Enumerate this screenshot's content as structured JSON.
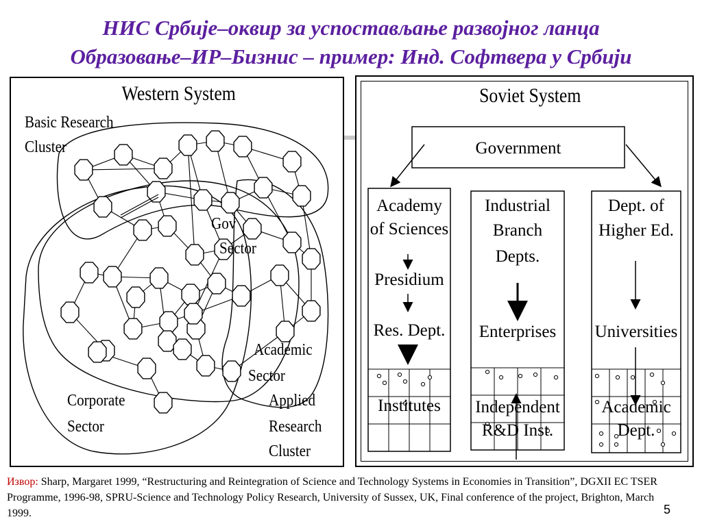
{
  "title": {
    "line1": "НИС Србије–оквир за успостављање развојног ланца",
    "line2": "Образовање–ИР–Бизнис – пример: Инд. Софтвера у Србији"
  },
  "western": {
    "title": "Western System",
    "labels": {
      "basic_line1": "Basic Research",
      "basic_line2": "Cluster",
      "gov_line1": "Gov",
      "gov_line2": "Sector",
      "academic_line1": "Academic",
      "academic_line2": "Sector",
      "corporate_line1": "Corporate",
      "corporate_line2": "Sector",
      "applied_line1": "Applied",
      "applied_line2": "Research",
      "applied_line3": "Cluster"
    }
  },
  "soviet": {
    "title": "Soviet System",
    "government": "Government",
    "academy_line1": "Academy",
    "academy_line2": "of Sciences",
    "presidium": "Presidium",
    "res_dept": "Res. Dept.",
    "institutes": "Institutes",
    "industrial_line1": "Industrial",
    "industrial_line2": "Branch",
    "industrial_line3": "Depts.",
    "enterprises": "Enterprises",
    "independent_line1": "Independent",
    "independent_line2": "R&D Inst.",
    "higher_line1": "Dept. of",
    "higher_line2": "Higher Ed.",
    "universities": "Universities",
    "academic_line1": "Academic",
    "academic_line2": "Dept."
  },
  "source": {
    "label": "Извор:",
    "text": " Sharp, Margaret 1999, “Restructuring and Reintegration of Science and Technology Systems in Economies in Transition”,  DGXII EC TSER Programme, 1996-98, SPRU-Science and Technology Policy Research, University of Sussex, UK, Final conference of the project, Brighton, March 1999."
  },
  "page_number": "5"
}
